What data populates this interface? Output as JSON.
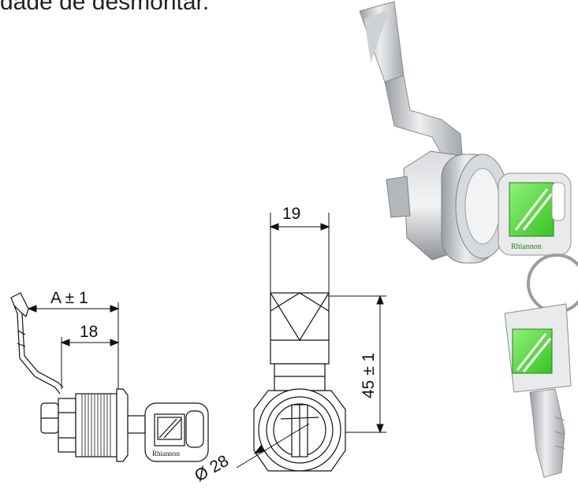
{
  "caption": "dade de desmontar.",
  "dimensions": {
    "side_A": "A ± 1",
    "side_18": "18",
    "front_19": "19",
    "front_45": "45 ± 1",
    "front_dia": "Ø 28"
  },
  "brand": "Rhiannon",
  "colors": {
    "key_green": "#56e03a",
    "metal_light": "#e3e5e7",
    "metal_dark": "#8c8f93",
    "line": "#111111"
  }
}
